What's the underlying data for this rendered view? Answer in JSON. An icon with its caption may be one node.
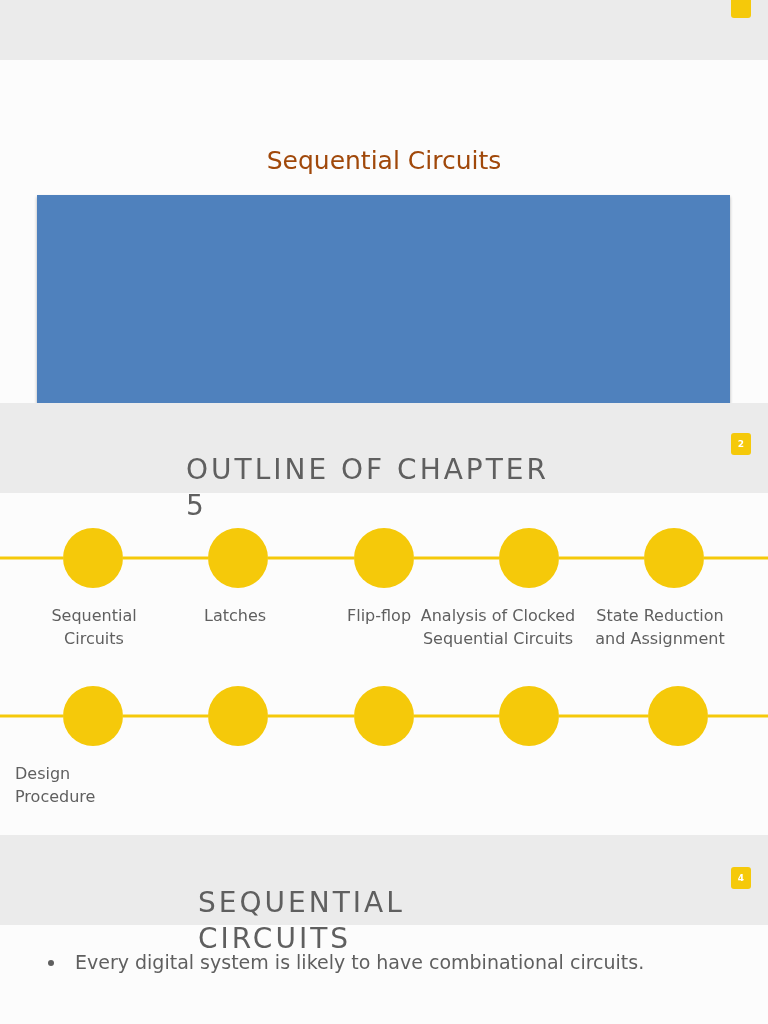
{
  "diagram": {
    "nodes": [
      {
        "text": [],
        "shape": "circle",
        "beside": [
          "Sequential Circuits"
        ]
      },
      {
        "text": [],
        "shape": "circle",
        "beside": [
          "Latches"
        ]
      },
      {
        "text": [],
        "shape": "circle",
        "beside": [
          "Flip-flop"
        ]
      },
      {
        "text": [],
        "shape": "circle",
        "beside": [
          "Analysis of Clocked Sequential Circuits"
        ]
      },
      {
        "text": [],
        "shape": "circle",
        "beside": [
          "State Reduction and Assignment"
        ]
      },
      {
        "text": [],
        "shape": "circle",
        "beside": [
          "Design Procedure"
        ]
      },
      {
        "text": [],
        "shape": "circle"
      },
      {
        "text": [],
        "shape": "circle"
      },
      {
        "text": [],
        "shape": "circle"
      },
      {
        "text": [],
        "shape": "circle"
      }
    ],
    "edges": [
      {
        "from": null,
        "to": 0,
        "arrow": "none"
      },
      {
        "from": 0,
        "to": 1,
        "arrow": "none"
      },
      {
        "from": 1,
        "to": 2,
        "arrow": "none"
      },
      {
        "from": 2,
        "to": 3,
        "arrow": "none"
      },
      {
        "from": 3,
        "to": 4,
        "arrow": "none"
      },
      {
        "from": 4,
        "to": null,
        "arrow": "none"
      },
      {
        "from": null,
        "to": 5,
        "arrow": "none"
      },
      {
        "from": 5,
        "to": 6,
        "arrow": "none"
      },
      {
        "from": 6,
        "to": 7,
        "arrow": "none"
      },
      {
        "from": 7,
        "to": 8,
        "arrow": "none"
      },
      {
        "from": 8,
        "to": 9,
        "arrow": "none"
      },
      {
        "from": 9,
        "to": null,
        "arrow": "none"
      }
    ],
    "labels": [
      "Sequential Circuits",
      "2",
      "OUTLINE OF CHAPTER 5",
      "4",
      "SEQUENTIAL CIRCUITS",
      "Every digital system is likely to have combinational circuits."
    ]
  }
}
